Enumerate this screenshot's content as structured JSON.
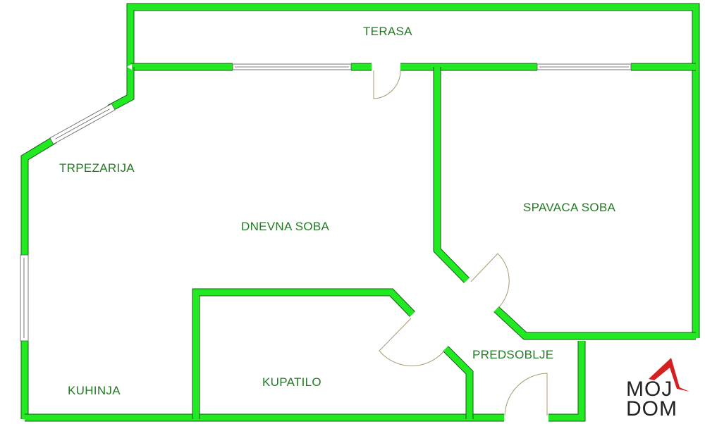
{
  "rooms": {
    "terasa": "TERASA",
    "trpezarija": "TRPEZARIJA",
    "dnevna_soba": "DNEVNA SOBA",
    "spavaca_soba": "SPAVACA SOBA",
    "predsoblje": "PREDSOBLJE",
    "kupatilo": "KUPATILO",
    "kuhinja": "KUHINJA"
  },
  "logo": {
    "line1": "MOJ",
    "line2": "DOM"
  },
  "colors": {
    "wall": "#22ea22",
    "label": "#247a24",
    "logo_roof": "#d42020"
  }
}
